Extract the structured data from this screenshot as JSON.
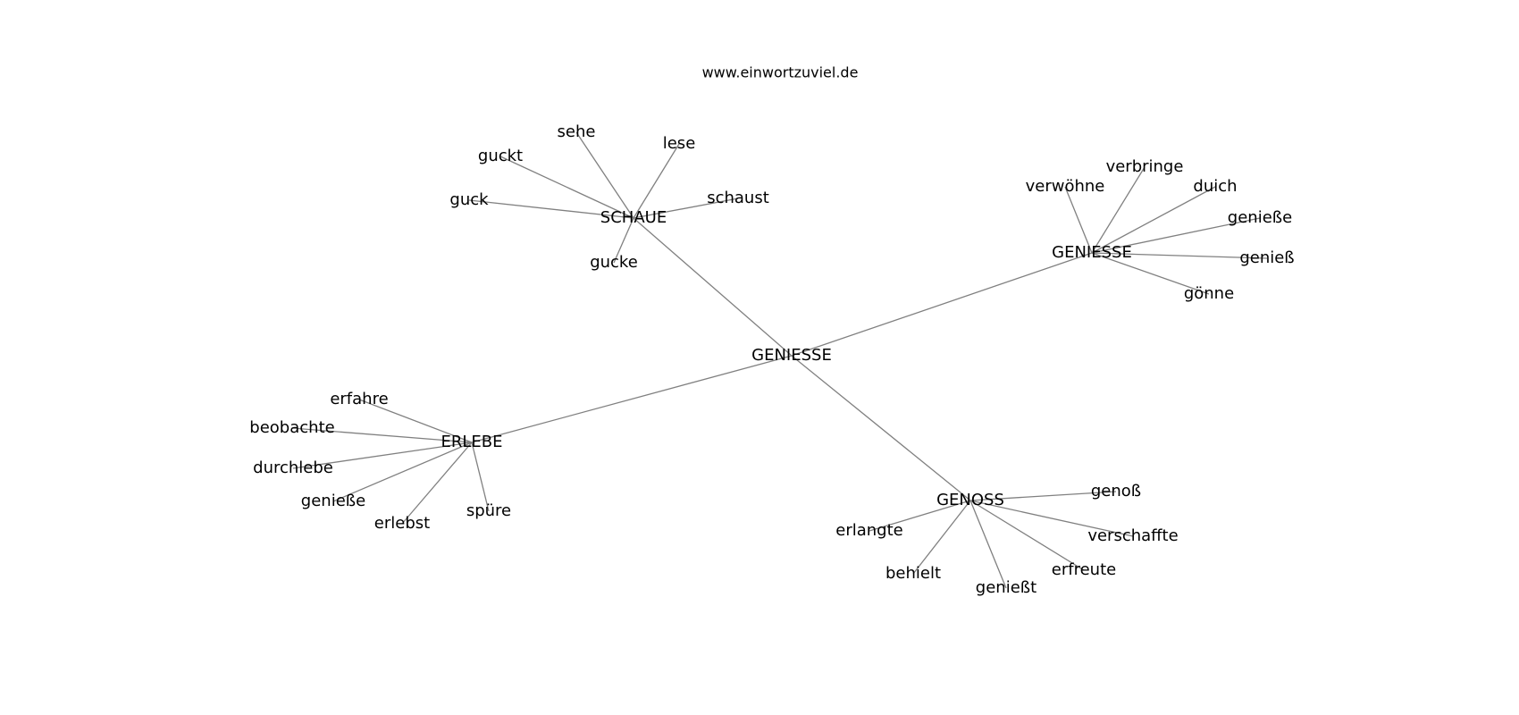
{
  "diagram": {
    "title": "www.einwortzuviel.de",
    "edge_color": "#808080",
    "root": "GENIESSE",
    "branches": [
      {
        "label": "SCHAUE",
        "leaves": [
          "sehe",
          "lese",
          "guckt",
          "guck",
          "schaust",
          "gucke"
        ]
      },
      {
        "label": "GENIESSE",
        "leaves": [
          "verbringe",
          "verwöhne",
          "duich",
          "genieße",
          "genieß",
          "gönne"
        ]
      },
      {
        "label": "ERLEBE",
        "leaves": [
          "erfahre",
          "beobachte",
          "durchlebe",
          "genieße",
          "erlebst",
          "spüre"
        ]
      },
      {
        "label": "GENOSS",
        "leaves": [
          "genoß",
          "erlangte",
          "verschaffte",
          "behielt",
          "erfreute",
          "genießt"
        ]
      }
    ]
  }
}
